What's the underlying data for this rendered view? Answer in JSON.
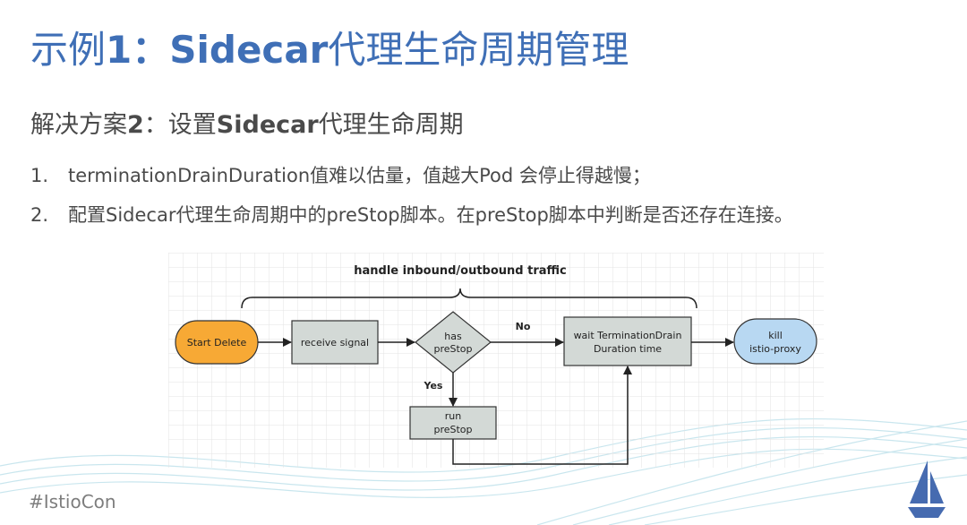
{
  "slide": {
    "title_prefix": "示例",
    "title_bold": "1：Sidecar",
    "title_suffix": "代理生命周期管理",
    "subtitle_prefix": "解决方案",
    "subtitle_bold1": "2",
    "subtitle_mid": "：设置",
    "subtitle_bold2": "Sidecar",
    "subtitle_suffix": "代理生命周期"
  },
  "bullets": [
    {
      "num": "1.",
      "text": "terminationDrainDuration值难以估量，值越大Pod 会停止得越慢；"
    },
    {
      "num": "2.",
      "text": "配置Sidecar代理生命周期中的preStop脚本。在preStop脚本中判断是否还存在连接。"
    }
  ],
  "diagram": {
    "brace_label": "handle inbound/outbound traffic",
    "start": "Start Delete",
    "receive": "receive signal",
    "decision_line1": "has",
    "decision_line2": "preStop",
    "no_label": "No",
    "yes_label": "Yes",
    "wait_line1": "wait TerminationDrain",
    "wait_line2": "Duration time",
    "run_line1": "run",
    "run_line2": "preStop",
    "kill_line1": "kill",
    "kill_line2": "istio-proxy",
    "colors": {
      "start": "#f7a935",
      "box": "#d3d9d6",
      "kill": "#b8d8f2",
      "grid": "#e3e3e3"
    }
  },
  "footer": {
    "hashtag": "#IstioCon"
  },
  "logo": {
    "icon": "istio-sail-icon",
    "color": "#466bb0"
  }
}
